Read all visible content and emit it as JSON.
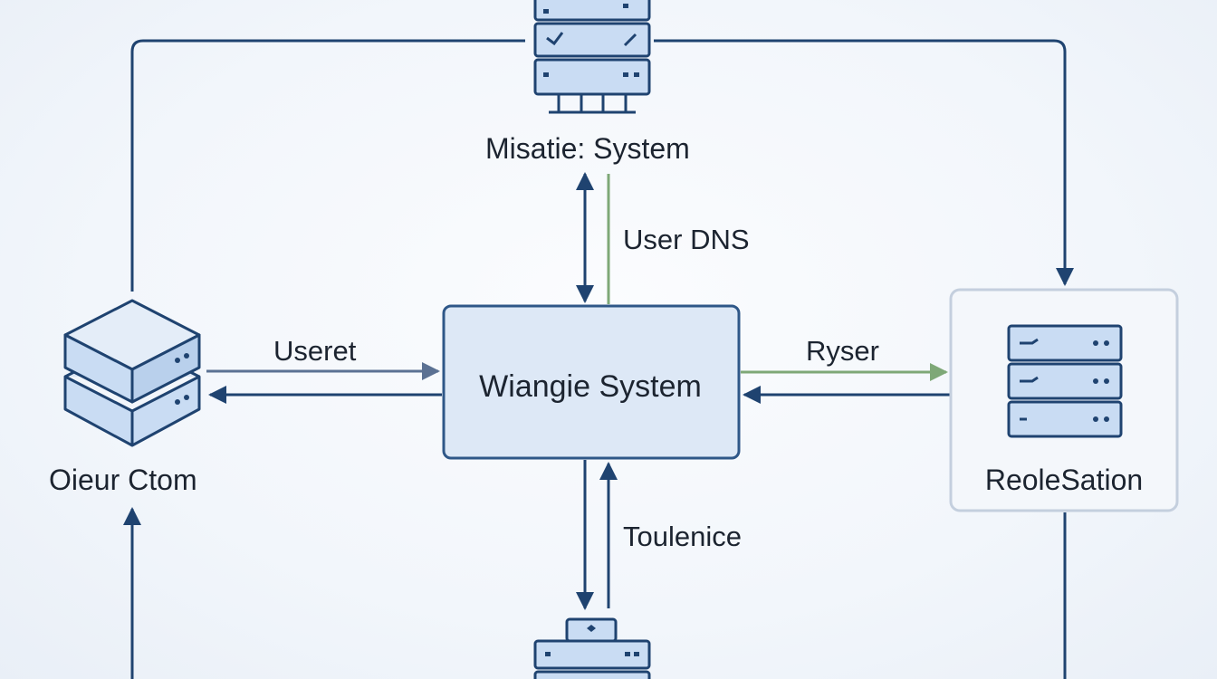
{
  "nodes": {
    "top_system": {
      "label": "Misatie: System",
      "icon": "server-rack-icon"
    },
    "center_system": {
      "label": "Wiangie System"
    },
    "left_node": {
      "label": "Oieur Ctom",
      "icon": "stacked-server-icon"
    },
    "right_node": {
      "label": "ReoleSation",
      "icon": "server-rack-icon"
    },
    "bottom_node": {
      "icon": "server-rack-icon"
    }
  },
  "edges": {
    "user_dns": "User DNS",
    "useret": "Useret",
    "ryser": "Ryser",
    "toulenice": "Toulenice"
  },
  "colors": {
    "line_navy": "#1f4370",
    "line_green": "#7ea877",
    "box_fill": "#dde8f6",
    "box_border": "#2f5788",
    "panel_border": "#c4cfde",
    "icon_fill": "#c9dcf3"
  }
}
